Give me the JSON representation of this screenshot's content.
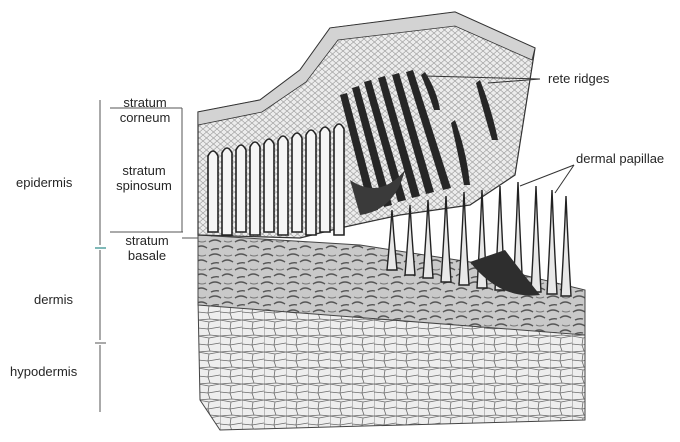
{
  "layers": {
    "epidermis": "epidermis",
    "dermis": "dermis",
    "hypodermis": "hypodermis"
  },
  "strata": {
    "corneum_1": "stratum",
    "corneum_2": "corneum",
    "spinosum_1": "stratum",
    "spinosum_2": "spinosum",
    "basale_1": "stratum",
    "basale_2": "basale"
  },
  "features": {
    "rete_ridges": "rete ridges",
    "dermal_papillae": "dermal papillae"
  },
  "colors": {
    "ink": "#1c1c1c",
    "tissue_light": "#e9e9e9",
    "tissue_mid": "#b9b9b9",
    "tissue_dark": "#3a3a3a",
    "basale_line": "#2a8a88"
  }
}
